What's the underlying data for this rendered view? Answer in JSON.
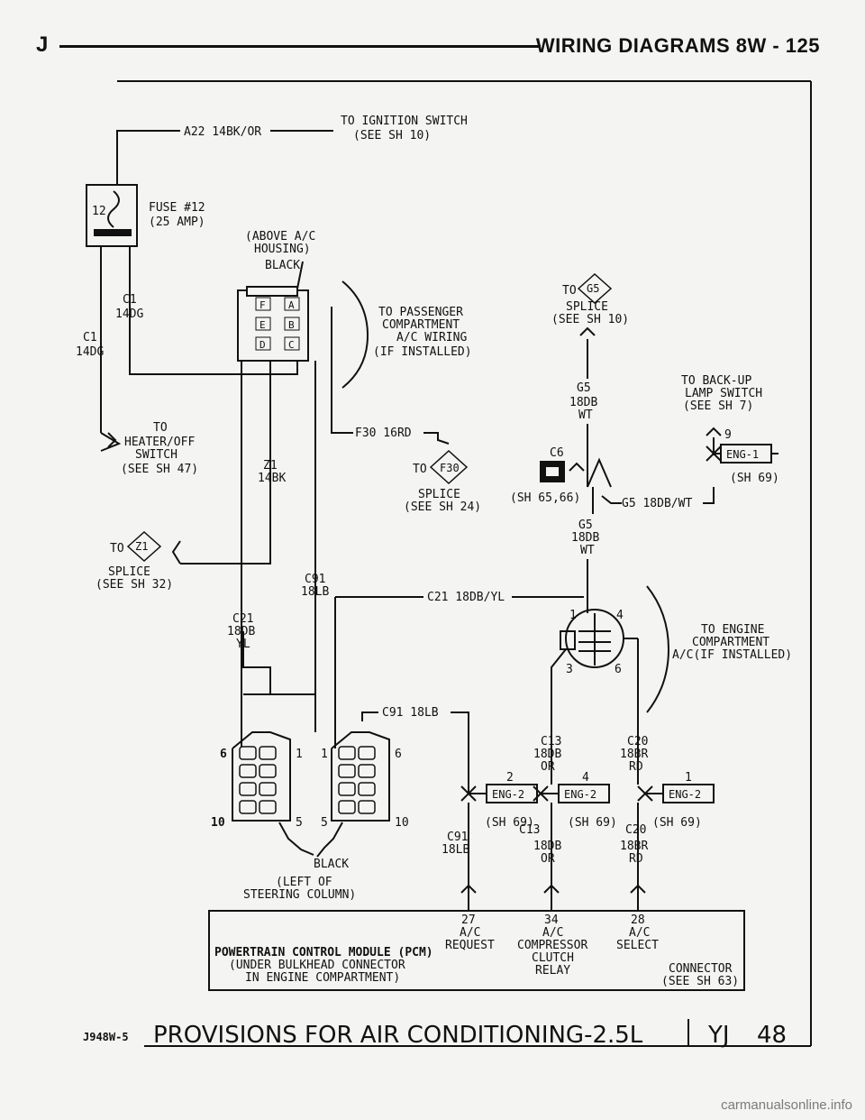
{
  "header": {
    "left": "J",
    "title": "WIRING DIAGRAMS    8W - 125"
  },
  "feed": {
    "wire": "A22 14BK/OR",
    "dest1": "TO IGNITION SWITCH",
    "dest2": "(SEE SH 10)"
  },
  "fuse": {
    "num": "12",
    "name": "FUSE #12",
    "rating": "(25 AMP)"
  },
  "c1a": {
    "c": "C1",
    "w": "14DG"
  },
  "c1b": {
    "c": "C1",
    "w": "14DG"
  },
  "heater": {
    "l1": "TO",
    "l2": "HEATER/OFF",
    "l3": "SWITCH",
    "l4": "(SEE SH 47)"
  },
  "acbox": {
    "l1": "(ABOVE A/C",
    "l2": "HOUSING)",
    "color": "BLACK",
    "pins": [
      "F",
      "A",
      "E",
      "B",
      "D",
      "C"
    ]
  },
  "pass": {
    "l1": "TO PASSENGER",
    "l2": "COMPARTMENT",
    "l3": "A/C WIRING",
    "l4": "(IF INSTALLED)"
  },
  "f30": {
    "wire": "F30 16RD",
    "to": "TO",
    "id": "F30",
    "splice": "SPLICE",
    "see": "(SEE SH 24)"
  },
  "z1": {
    "c": "Z1",
    "w": "14BK",
    "to": "TO",
    "id": "Z1",
    "splice": "SPLICE",
    "see": "(SEE SH 32)"
  },
  "g5": {
    "to": "TO",
    "id": "G5",
    "splice": "SPLICE",
    "see": "(SEE SH 10)",
    "c": "G5",
    "g": "18DB",
    "col": "WT"
  },
  "backup": {
    "l1": "TO BACK-UP",
    "l2": "LAMP SWITCH",
    "l3": "(SEE SH 7)",
    "pin": "9",
    "conn": "ENG-1",
    "sh": "(SH 69)"
  },
  "c6": {
    "label": "C6",
    "sh": "(SH 65,66)",
    "wire": "G5 18DB/WT"
  },
  "g5b": {
    "c": "G5",
    "g": "18DB",
    "col": "WT"
  },
  "c91a": {
    "c": "C91",
    "w": "18LB"
  },
  "c21a": {
    "c": "C21",
    "g": "18DB",
    "col": "YL"
  },
  "c21wire": "C21 18DB/YL",
  "comp": {
    "p1": "1",
    "p4": "4",
    "p3": "3",
    "p6": "6",
    "l1": "TO ENGINE",
    "l2": "COMPARTMENT",
    "l3": "A/C(IF INSTALLED)"
  },
  "c91wire": "C91 18LB",
  "lconn": {
    "p6": "6",
    "p1": "1",
    "p10": "10",
    "p5": "5"
  },
  "rconn": {
    "p1": "1",
    "p6": "6",
    "p5": "5",
    "p10": "10"
  },
  "steer": {
    "color": "BLACK",
    "l1": "(LEFT OF",
    "l2": "STEERING COLUMN)"
  },
  "c13": {
    "c": "C13",
    "g": "18DB",
    "col": "OR"
  },
  "c20": {
    "c": "C20",
    "g": "18BR",
    "col": "RD"
  },
  "eng2": {
    "pa": "2",
    "pb": "4",
    "pc": "1",
    "name": "ENG-2",
    "sh": "(SH 69)"
  },
  "c91b": {
    "c": "C91",
    "w": "18LB"
  },
  "c13b": {
    "c": "C13",
    "g": "18DB",
    "col": "OR"
  },
  "c20b": {
    "c": "C20",
    "g": "18BR",
    "col": "RD"
  },
  "pcm": {
    "p27": "27",
    "p27a": "A/C",
    "p27b": "REQUEST",
    "p34": "34",
    "p34a": "A/C",
    "p34b": "COMPRESSOR",
    "p34c": "CLUTCH",
    "p34d": "RELAY",
    "p28": "28",
    "p28a": "A/C",
    "p28b": "SELECT",
    "l1": "POWERTRAIN CONTROL MODULE (PCM)",
    "l2": "(UNDER BULKHEAD CONNECTOR",
    "l3": "IN ENGINE COMPARTMENT)",
    "conn": "CONNECTOR",
    "see": "(SEE SH 63)"
  },
  "footer": {
    "code": "J948W-5",
    "title": "PROVISIONS FOR AIR CONDITIONING-2.5L",
    "model": "YJ",
    "num": "48"
  },
  "watermark": "carmanualsonline.info"
}
